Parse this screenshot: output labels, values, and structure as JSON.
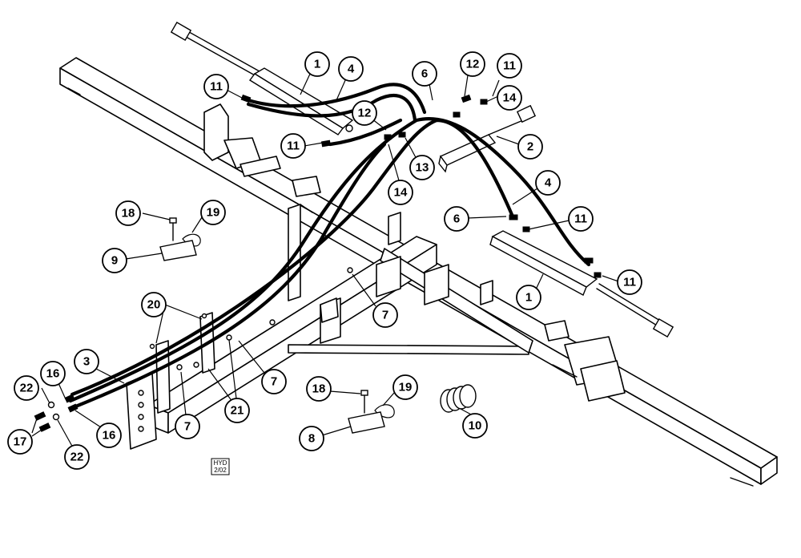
{
  "diagram": {
    "callouts": [
      {
        "id": "c-1a",
        "label": "1"
      },
      {
        "id": "c-4a",
        "label": "4"
      },
      {
        "id": "c-6a",
        "label": "6"
      },
      {
        "id": "c-12a",
        "label": "12"
      },
      {
        "id": "c-11a",
        "label": "11"
      },
      {
        "id": "c-14a",
        "label": "14"
      },
      {
        "id": "c-11b",
        "label": "11"
      },
      {
        "id": "c-12b",
        "label": "12"
      },
      {
        "id": "c-11c",
        "label": "11"
      },
      {
        "id": "c-2",
        "label": "2"
      },
      {
        "id": "c-13",
        "label": "13"
      },
      {
        "id": "c-14b",
        "label": "14"
      },
      {
        "id": "c-4b",
        "label": "4"
      },
      {
        "id": "c-6b",
        "label": "6"
      },
      {
        "id": "c-11d",
        "label": "11"
      },
      {
        "id": "c-11e",
        "label": "11"
      },
      {
        "id": "c-1b",
        "label": "1"
      },
      {
        "id": "c-18a",
        "label": "18"
      },
      {
        "id": "c-19a",
        "label": "19"
      },
      {
        "id": "c-9",
        "label": "9"
      },
      {
        "id": "c-7a",
        "label": "7"
      },
      {
        "id": "c-20",
        "label": "20"
      },
      {
        "id": "c-3",
        "label": "3"
      },
      {
        "id": "c-7b",
        "label": "7"
      },
      {
        "id": "c-22a",
        "label": "22"
      },
      {
        "id": "c-16a",
        "label": "16"
      },
      {
        "id": "c-21",
        "label": "21"
      },
      {
        "id": "c-7c",
        "label": "7"
      },
      {
        "id": "c-16b",
        "label": "16"
      },
      {
        "id": "c-17",
        "label": "17"
      },
      {
        "id": "c-22b",
        "label": "22"
      },
      {
        "id": "c-18b",
        "label": "18"
      },
      {
        "id": "c-19b",
        "label": "19"
      },
      {
        "id": "c-8",
        "label": "8"
      },
      {
        "id": "c-10",
        "label": "10"
      }
    ],
    "stamp": {
      "line1": "HYD",
      "line2": "2/02"
    }
  }
}
